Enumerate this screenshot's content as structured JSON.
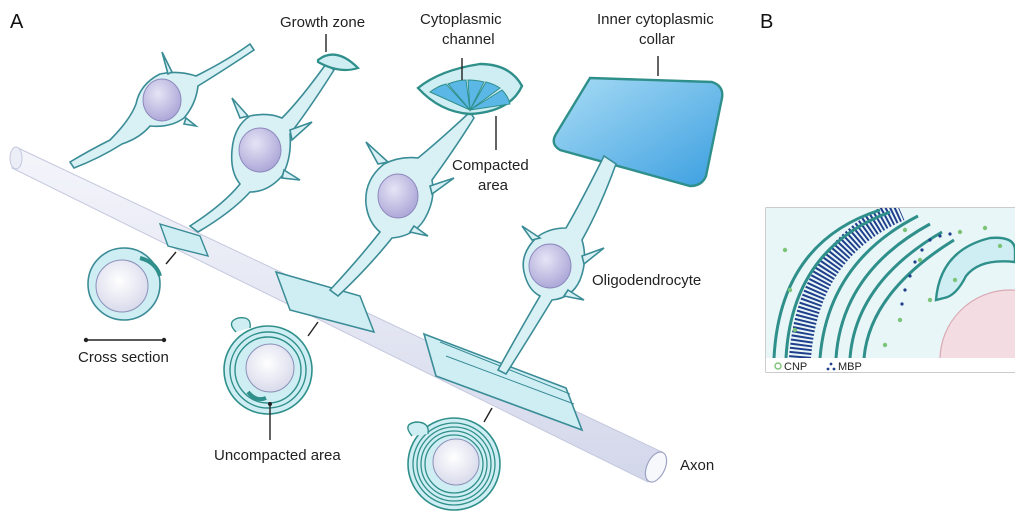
{
  "panels": {
    "a": "A",
    "b": "B"
  },
  "labels": {
    "growth_zone": "Growth zone",
    "cytoplasmic_channel_1": "Cytoplasmic",
    "cytoplasmic_channel_2": "channel",
    "inner_collar_1": "Inner cytoplasmic",
    "inner_collar_2": "collar",
    "compacted_1": "Compacted",
    "compacted_2": "area",
    "oligodendrocyte": "Oligodendrocyte",
    "cross_section": "Cross section",
    "uncompacted": "Uncompacted area",
    "axon": "Axon"
  },
  "legend": {
    "cnp": "CNP",
    "mbp": "MBP"
  },
  "colors": {
    "cytoplasm": "#d9f0f4",
    "outline": "#3a8c96",
    "membrane": "#2f8f8a",
    "compact": "#5bb8e6",
    "collar": "#58b4e8",
    "nucleus": "#b7b3dc",
    "axon": "#e6e8f4",
    "cnp": "#7cc47a",
    "mbp": "#1f3f8c"
  }
}
